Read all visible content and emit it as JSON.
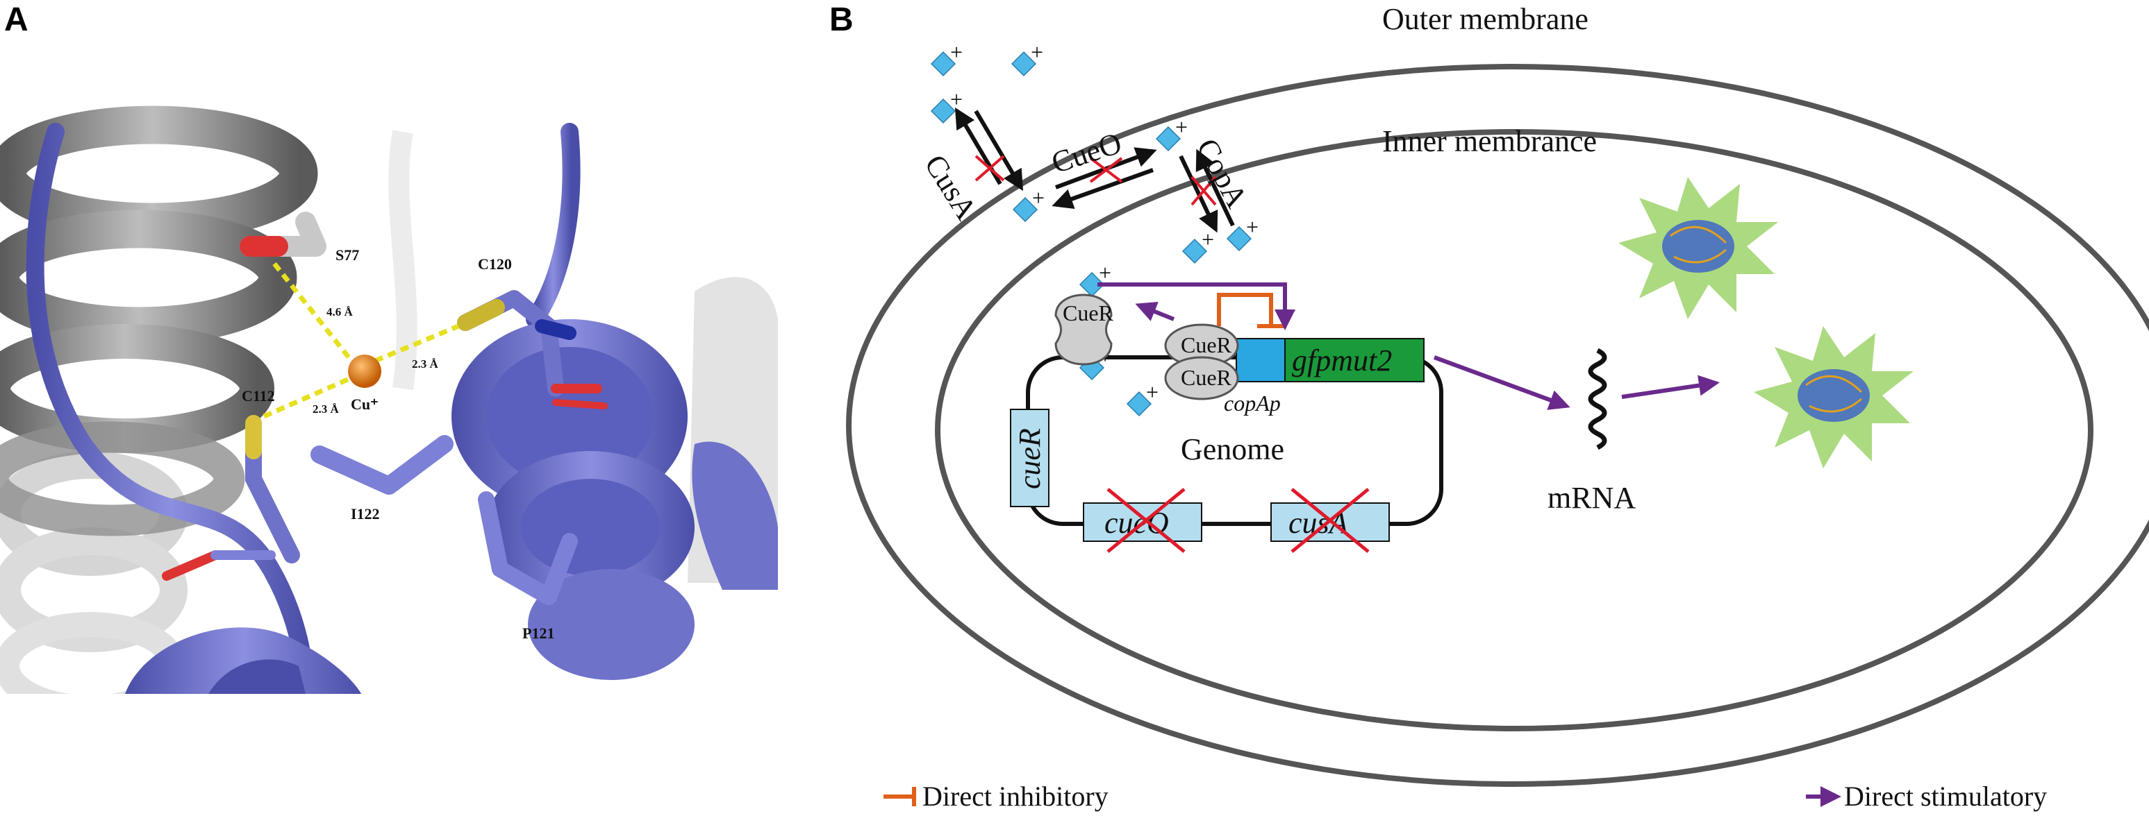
{
  "panel_a": {
    "letter": "A",
    "residues": {
      "s77": "S77",
      "c120": "C120",
      "c112": "C112",
      "i122": "I122",
      "p121": "P121",
      "cu": "Cu⁺"
    },
    "distances": {
      "s77_cu": "4.6 Å",
      "c120_cu": "2.3 Å",
      "c112_cu": "2.3 Å"
    }
  },
  "panel_b": {
    "letter": "B",
    "outer_membrane": "Outer membrane",
    "inner_membrane": "Inner membrance",
    "transporters": {
      "cusa": "CusA",
      "cueo": "CueO",
      "copa": "CopA"
    },
    "cuer_protein": "CueR",
    "promoter": "copAp",
    "reporter_gene": "gfpmut2",
    "genome": "Genome",
    "genes": {
      "cuer": "cueR",
      "cueo": "cueO",
      "cusa": "cusA"
    },
    "mrna": "mRNA",
    "ion_charge": "+"
  },
  "legend": {
    "inhibitory": "Direct inhibitory",
    "stimulatory": "Direct stimulatory"
  },
  "colors": {
    "helix_blue": "#6f72c9",
    "helix_gray": "#9a9a9a",
    "copper": "#e07a10",
    "ion": "#4db8e8",
    "gene_box": "#b4def0",
    "promoter_box": "#2aa6e0",
    "gfp_box": "#1a9a3a",
    "inhibit": "#e0601a",
    "stimulate": "#6a2a8c",
    "cross": "#e01a2a",
    "membrane": "#555555",
    "gfp_glow": "#9ed36a"
  }
}
